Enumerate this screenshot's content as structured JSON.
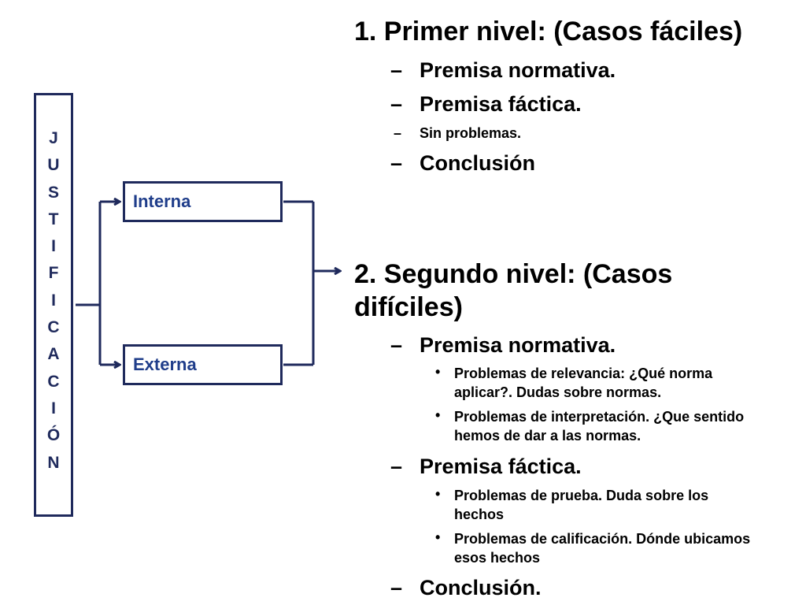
{
  "diagram": {
    "vertical_label_letters": [
      "J",
      "U",
      "S",
      "T",
      "I",
      "F",
      "I",
      "C",
      "A",
      "C",
      "I",
      "Ó",
      "N"
    ],
    "nodes": {
      "interna": "Interna",
      "externa": "Externa"
    }
  },
  "outline": {
    "level1": {
      "title": "1. Primer nivel: (Casos fáciles)",
      "items": [
        "Premisa normativa.",
        "Premisa fáctica.",
        "Sin problemas.",
        "Conclusión"
      ]
    },
    "level2": {
      "title_line1": "2. Segundo nivel: (Casos",
      "title_line2": "difíciles)",
      "premisa_normativa": "Premisa normativa.",
      "pn_bullets": [
        [
          "Problemas de relevancia:  ¿Qué  norma",
          "aplicar?. Dudas sobre normas."
        ],
        [
          "Problemas de interpretación. ¿Que sentido",
          "hemos de dar a las normas."
        ]
      ],
      "premisa_factica": "Premisa fáctica.",
      "pf_bullets": [
        [
          "Problemas de prueba. Duda sobre los",
          "hechos"
        ],
        [
          "Problemas de calificación. Dónde ubicamos",
          "esos hechos"
        ]
      ],
      "conclusion": "Conclusión."
    }
  },
  "colors": {
    "frame": "#1f2a5c",
    "node_text": "#1f3d8a"
  }
}
